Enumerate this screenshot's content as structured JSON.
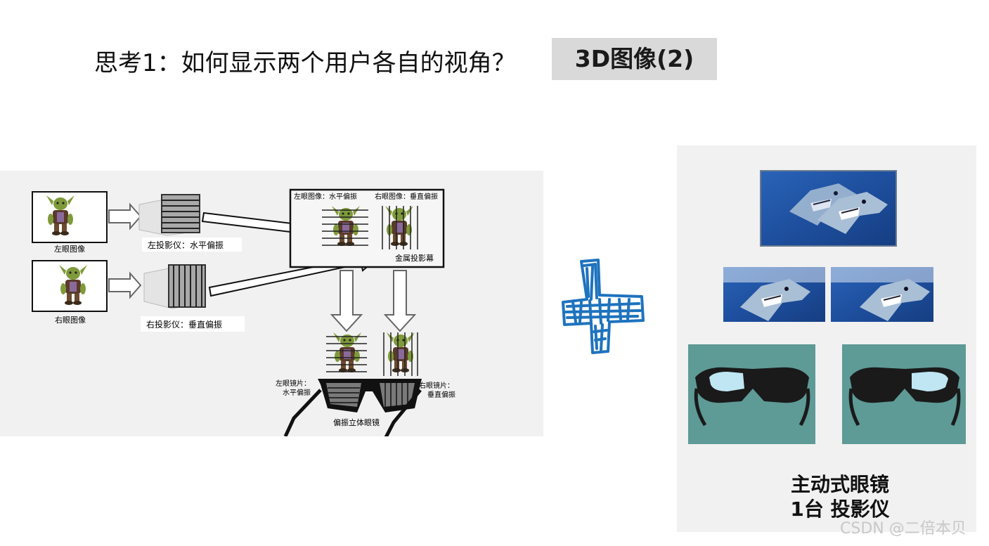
{
  "title": "思考1：如何显示两个用户各自的视角？",
  "tag": "3D图像(2)",
  "diagram": {
    "left_eye_image": "左眼图像",
    "right_eye_image": "右眼图像",
    "left_projector": "左投影仪：水平偏振",
    "right_projector": "右投影仪：垂直偏振",
    "screen_left_label": "左眼图像：水平偏振",
    "screen_right_label": "右眼图像：垂直偏振",
    "metal_screen": "金属投影幕",
    "left_lens_line1": "左眼镜片：",
    "left_lens_line2": "水平偏振",
    "right_lens_line1": "右眼镜片：",
    "right_lens_line2": "垂直偏振",
    "glasses": "偏振立体眼镜"
  },
  "right": {
    "line1": "主动式眼镜",
    "line2": "1台 投影仪"
  },
  "watermark": "CSDN @二倍本贝"
}
